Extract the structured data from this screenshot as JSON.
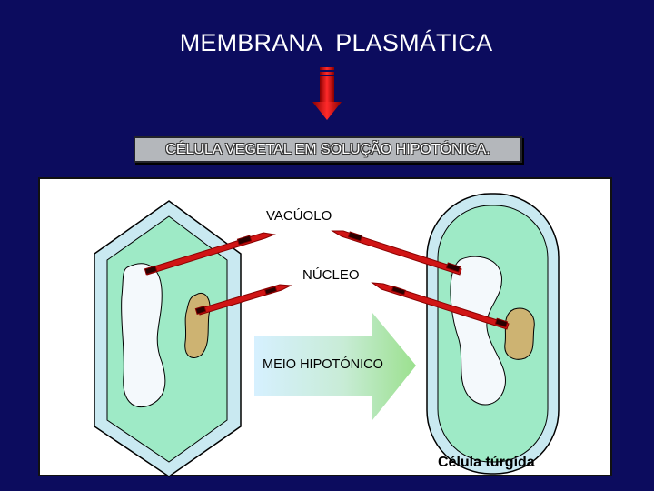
{
  "title": "MEMBRANA  PLASMÁTICA",
  "subtitle": "CÉLULA VEGETAL EM SOLUÇÃO HIPOTÓNICA.",
  "diagram": {
    "labels": {
      "vacuole": "VACÚOLO",
      "nucleus": "NÚCLEO",
      "medium": "MEIO HIPOTÓNICO",
      "turgid_cell": "Célula túrgida"
    }
  },
  "colors": {
    "background": "#0c0c5e",
    "cytoplasm": "#9eeac6",
    "cell_wall": "#c9e9f1",
    "vacuole": "#f4f9fc",
    "nucleus": "#cdb372",
    "arrow_red": "#cc1111",
    "medium_gradient_start": "#d6f0ff",
    "medium_gradient_end": "#9be08e"
  },
  "icons": {
    "title_arrow": "down-arrow-icon"
  }
}
